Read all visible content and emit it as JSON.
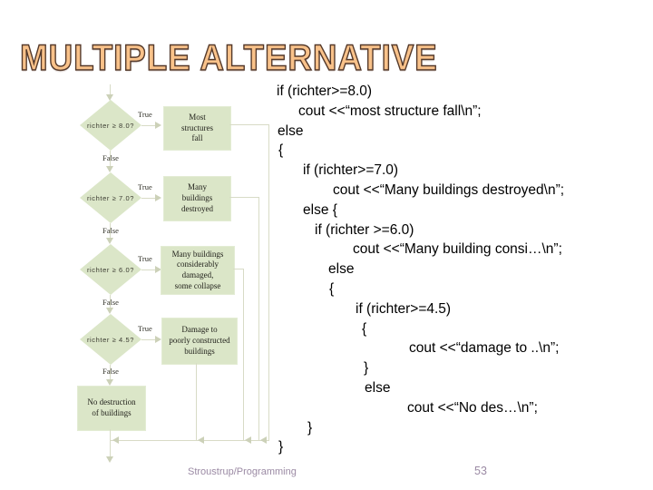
{
  "slide": {
    "title": "MULTIPLE ALTERNATIVE",
    "footer": "Stroustrup/Programming",
    "page_number": "53"
  },
  "flowchart": {
    "true_label": "True",
    "false_label": "False",
    "steps": [
      {
        "condition": "richter ≥ 8.0?",
        "action": "Most\nstructures\nfall"
      },
      {
        "condition": "richter ≥ 7.0?",
        "action": "Many\nbuildings\ndestroyed"
      },
      {
        "condition": "richter ≥ 6.0?",
        "action": "Many buildings\nconsiderably\ndamaged,\nsome collapse"
      },
      {
        "condition": "richter ≥ 4.5?",
        "action": "Damage to\npoorly constructed\nbuildings"
      }
    ],
    "final_action": "No destruction\nof buildings"
  },
  "code": {
    "lines": [
      "if (richter>=8.0)",
      "cout <<“most structure fall\\n”;",
      "else",
      "{",
      "if (richter>=7.0)",
      "cout <<“Many buildings destroyed\\n”;",
      "else {",
      "if (richter >=6.0)",
      "cout <<“Many building consi…\\n”;",
      "else",
      "{",
      "if (richter>=4.5)",
      "{",
      "cout <<“damage to ..\\n”;",
      "}",
      "else",
      "cout <<“No des…\\n”;",
      "}",
      "}"
    ]
  }
}
